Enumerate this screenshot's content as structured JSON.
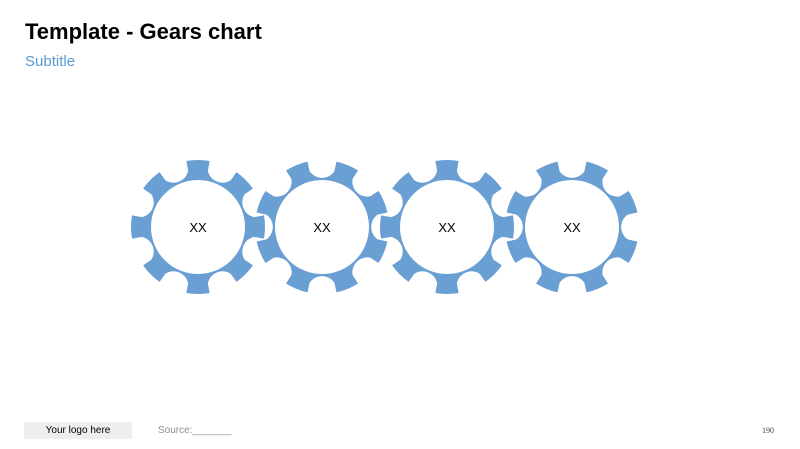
{
  "title": "Template - Gears chart",
  "subtitle": "Subtitle",
  "gears": [
    {
      "label": "XX"
    },
    {
      "label": "XX"
    },
    {
      "label": "XX"
    },
    {
      "label": "XX"
    }
  ],
  "colors": {
    "gear_fill": "#6a9fd4",
    "subtitle": "#5a9ad2",
    "logo_bg": "#eeeeee",
    "source_text": "#8c8c8c"
  },
  "footer": {
    "logo": "Your logo here",
    "source": "Source:_______",
    "page_number": "190"
  }
}
